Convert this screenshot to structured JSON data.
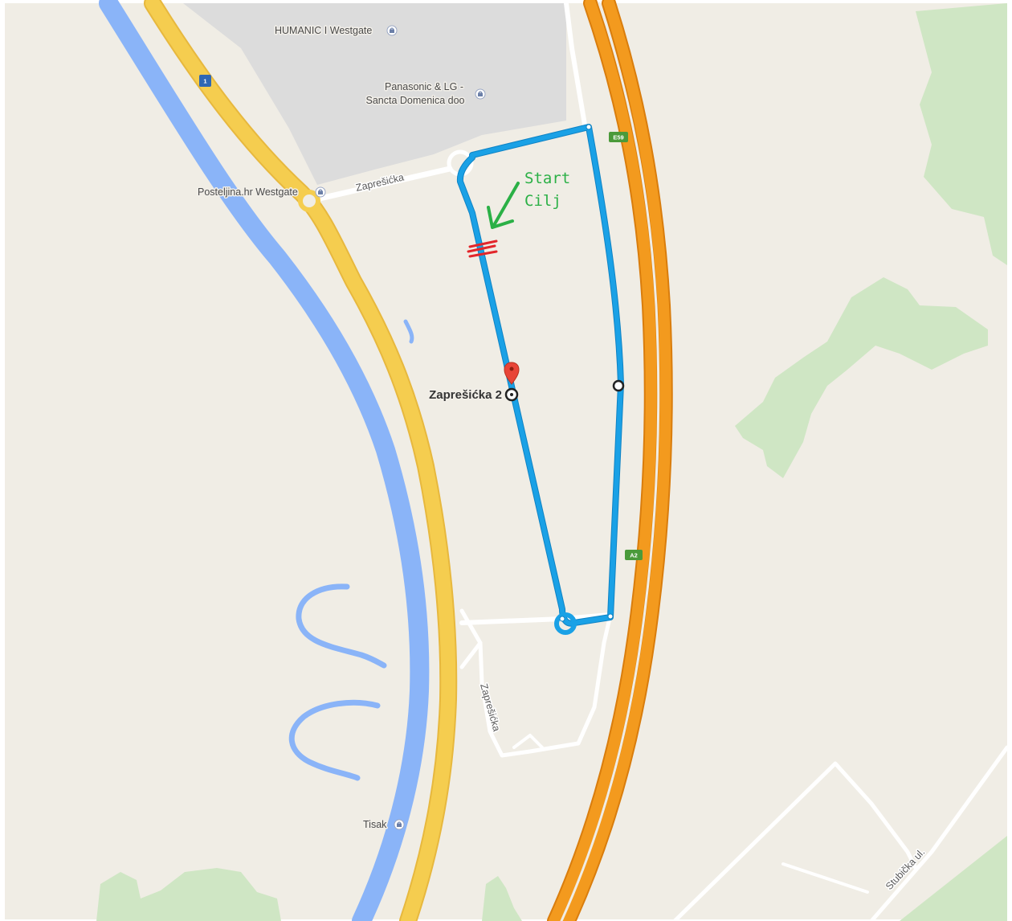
{
  "colors": {
    "land": "#f0ede5",
    "industrial": "#dadada",
    "park": "#cfe6c4",
    "river": "#8ab4f8",
    "major_road": "#f5cd4f",
    "major_road_edge": "#e7b83e",
    "motorway": "#f39a1e",
    "motorway_edge": "#d97d0d",
    "minor_road": "#ffffff",
    "route": "#1aa1e6",
    "route_edge": "#0f83c4",
    "pin": "#e84538",
    "annotation_green": "#2bb046",
    "annotation_red": "#e2262b",
    "shield_green": "#4a9a3a",
    "shield_blue": "#2f67b4"
  },
  "pois": [
    {
      "label": "HUMANIC I Westgate",
      "icon": "shopping-bag-icon"
    },
    {
      "label_line1": "Panasonic & LG -",
      "label_line2": "Sancta Domenica doo",
      "icon": "shopping-bag-icon"
    },
    {
      "label": "Posteljina.hr Westgate",
      "icon": "shopping-bag-icon"
    },
    {
      "label": "Tisak",
      "icon": "shopping-bag-icon"
    }
  ],
  "streets": {
    "north": "Zaprešićka",
    "south": "Zaprešićka",
    "southeast": "Stubička ul."
  },
  "route_shields": {
    "motorway_e": "E59",
    "motorway_a": "A2",
    "state_road": "1"
  },
  "pin": {
    "label": "Zaprešićka 2",
    "icon": "map-pin-icon"
  },
  "annotation": {
    "start": "Start",
    "finish": "Cilj",
    "arrow_icon": "green-arrow-icon",
    "barrier_icon": "red-double-line-icon"
  }
}
